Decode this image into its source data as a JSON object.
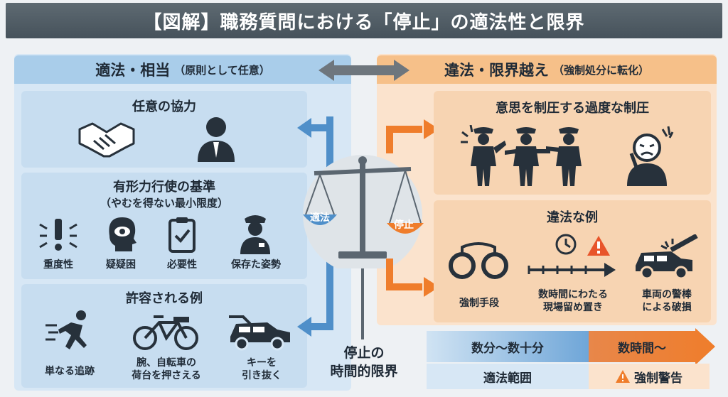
{
  "title": "【図解】職務質問における「停止」の適法性と限界",
  "left": {
    "header": "適法・相当",
    "header_note": "（原則として任意）",
    "voluntary": {
      "title": "任意の協力"
    },
    "force": {
      "title": "有形力行使の基準",
      "subtitle": "（やむを得ない最小限度）",
      "items": [
        "重度性",
        "疑疑困",
        "必要性",
        "保存た姿勢"
      ]
    },
    "examples": {
      "title": "許容される例",
      "items": [
        "単なる追跡",
        "腕、自転車の\n荷台を押さえる",
        "キーを\n引き抜く"
      ]
    }
  },
  "right": {
    "header": "違法・限界越え",
    "header_note": "（強制処分に転化）",
    "overpower": {
      "title": "意思を制圧する過度な制圧"
    },
    "illegal": {
      "title": "違法な例",
      "items": [
        "強制手段",
        "数時間にわたる\n現場留め置き",
        "車両の警棒\nによる破損"
      ]
    }
  },
  "scale": {
    "left_pan": "適法",
    "right_pan": "停止"
  },
  "time_limit": {
    "label": "停止の\n時間的限界"
  },
  "timeline": {
    "seg1_top": "数分〜数十分",
    "seg1_bottom": "適法範囲",
    "seg2_top": "数時間〜",
    "seg2_bottom": "強制警告"
  },
  "colors": {
    "blue": "#4f8fc9",
    "orange": "#ef7d2b",
    "dark": "#2f3b46"
  }
}
